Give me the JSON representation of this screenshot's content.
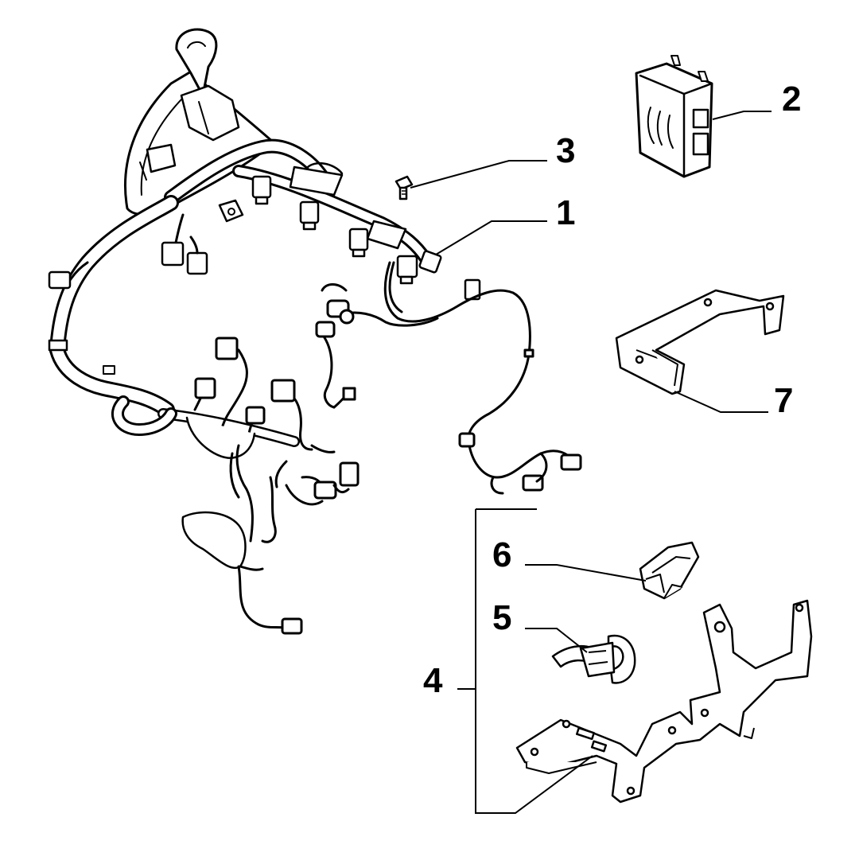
{
  "callouts": {
    "c1": {
      "number": "1"
    },
    "c2": {
      "number": "2"
    },
    "c3": {
      "number": "3"
    },
    "c4": {
      "number": "4"
    },
    "c5": {
      "number": "5"
    },
    "c6": {
      "number": "6"
    },
    "c7": {
      "number": "7"
    }
  },
  "colors": {
    "ink": "#000000",
    "paper": "#ffffff",
    "shade": "#d9d9d9"
  }
}
